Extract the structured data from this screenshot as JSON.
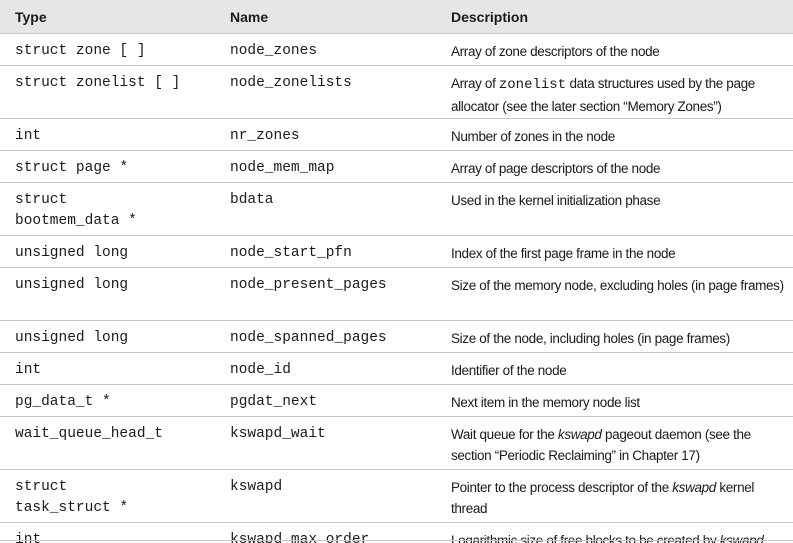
{
  "table": {
    "headers": {
      "type": "Type",
      "name": "Name",
      "description": "Description"
    },
    "rows": [
      {
        "type": "struct zone [ ]",
        "name": "node_zones",
        "description": [
          {
            "t": "Array of zone descriptors of the node"
          }
        ]
      },
      {
        "type": "struct zonelist [ ]",
        "name": "node_zonelists",
        "description": [
          {
            "t": "Array of "
          },
          {
            "t": "zonelist",
            "style": "mono"
          },
          {
            "t": " data structures used by the page allocator (see the later section “Memory Zones”)"
          }
        ]
      },
      {
        "type": "int",
        "name": "nr_zones",
        "description": [
          {
            "t": "Number of zones in the node"
          }
        ]
      },
      {
        "type": "struct page *",
        "name": "node_mem_map",
        "description": [
          {
            "t": "Array of page descriptors of the node"
          }
        ]
      },
      {
        "type": "struct\nbootmem_data *",
        "name": "bdata",
        "description": [
          {
            "t": "Used in the kernel initialization phase"
          }
        ]
      },
      {
        "type": "unsigned long",
        "name": "node_start_pfn",
        "description": [
          {
            "t": "Index of the first page frame in the node"
          }
        ]
      },
      {
        "type": "unsigned long",
        "name": "node_present_pages",
        "description": [
          {
            "t": "Size of the memory node, excluding holes (in page frames)"
          }
        ]
      },
      {
        "type": "unsigned long",
        "name": "node_spanned_pages",
        "description": [
          {
            "t": "Size of the node, including holes (in page frames)"
          }
        ]
      },
      {
        "type": "int",
        "name": "node_id",
        "description": [
          {
            "t": "Identifier of the node"
          }
        ]
      },
      {
        "type": "pg_data_t *",
        "name": "pgdat_next",
        "description": [
          {
            "t": "Next item in the memory node list"
          }
        ]
      },
      {
        "type": "wait_queue_head_t",
        "name": "kswapd_wait",
        "description": [
          {
            "t": "Wait queue for the "
          },
          {
            "t": "kswapd",
            "style": "em"
          },
          {
            "t": " pageout daemon (see the section “Periodic Reclaiming” in Chapter 17)"
          }
        ]
      },
      {
        "type": "struct\ntask_struct *",
        "name": "kswapd",
        "description": [
          {
            "t": "Pointer to the process descriptor of the "
          },
          {
            "t": "kswapd",
            "style": "em"
          },
          {
            "t": " kernel thread"
          }
        ]
      },
      {
        "type": "int",
        "name": "kswapd_max_order",
        "description": [
          {
            "t": "Logarithmic size of free blocks to be created by "
          },
          {
            "t": "kswapd",
            "style": "em"
          }
        ]
      }
    ]
  }
}
